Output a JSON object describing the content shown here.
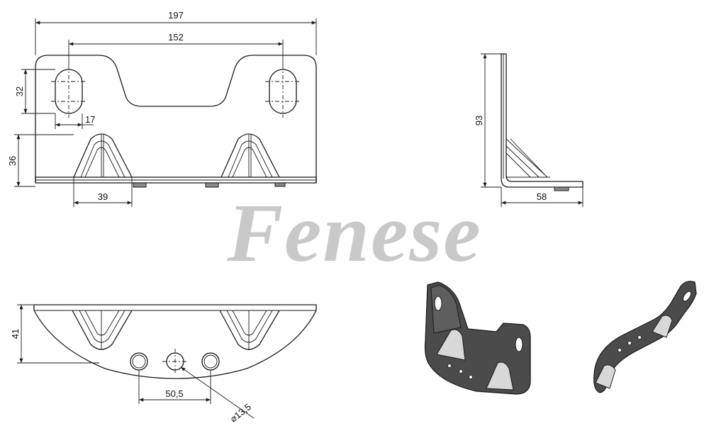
{
  "watermark": "Fenese",
  "dimensions": {
    "overall_width": "197",
    "slot_spacing": "152",
    "slot_height": "32",
    "slot_width": "17",
    "base_height": "36",
    "gusset_width": "39",
    "side_height": "93",
    "side_depth": "58",
    "bottom_depth": "41",
    "hole_spacing": "50,5",
    "hole_diameter": "⌀13,5"
  },
  "colors": {
    "line": "#1a1a1a",
    "watermark": "#c9c9c9",
    "part_fill": "#4b4b4b"
  }
}
